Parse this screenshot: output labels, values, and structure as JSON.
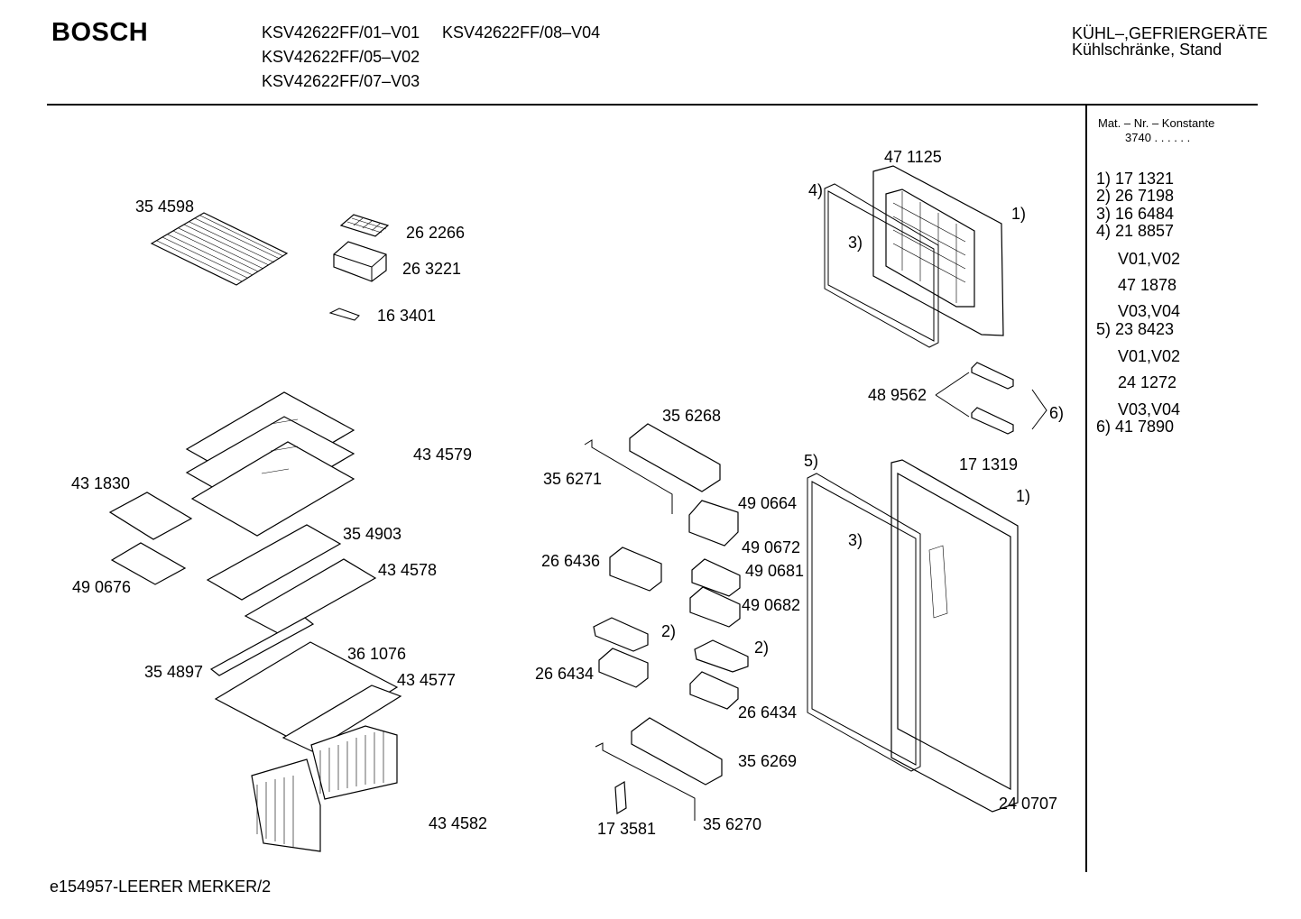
{
  "header": {
    "brand": "BOSCH",
    "models": [
      "KSV42622FF/01–V01",
      "KSV42622FF/08–V04",
      "KSV42622FF/05–V02",
      "KSV42622FF/07–V03"
    ],
    "category_line1": "KÜHL–,GEFRIERGERÄTE",
    "category_line2": "Kühlschränke, Stand"
  },
  "sidebar": {
    "heading": "Mat. – Nr. – Konstante",
    "constant": "3740  .  .    .  .  .  .",
    "entries": [
      "1) 17 1321",
      "2) 26 7198",
      "3) 16 6484",
      "4) 21 8857",
      "V01,V02",
      "47 1878",
      "V03,V04",
      "5) 23 8423",
      "V01,V02",
      "24 1272",
      "V03,V04",
      "6) 41 7890"
    ]
  },
  "parts": [
    "35 4598",
    "26 2266",
    "26 3221",
    "16 3401",
    "43 4579",
    "43 1830",
    "49 0676",
    "35 4903",
    "43 4578",
    "36 1076",
    "35 4897",
    "43 4577",
    "43 4582",
    "35 6268",
    "35 6271",
    "49 0664",
    "49 0672",
    "26 6436",
    "49 0681",
    "49 0682",
    "2)",
    "2)",
    "26 6434",
    "26 6434",
    "35 6269",
    "17 3581",
    "35 6270",
    "47 1125",
    "4)",
    "3)",
    "1)",
    "48 9562",
    "6)",
    "5)",
    "17 1319",
    "1)",
    "3)",
    "24 0707"
  ],
  "footer": "e154957-LEERER MERKER/2"
}
